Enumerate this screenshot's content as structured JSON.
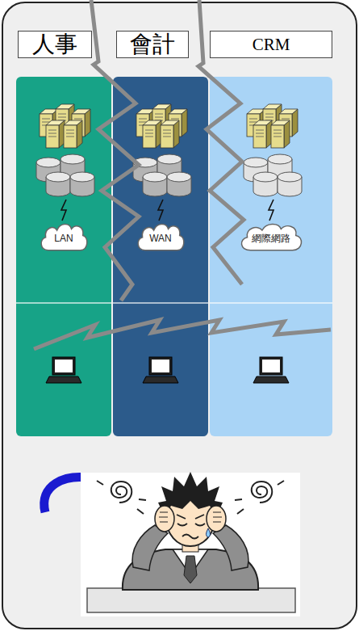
{
  "diagram": {
    "nodes": [
      {
        "text": [
          "人事"
        ]
      },
      {
        "text": [
          "會計"
        ]
      },
      {
        "text": [
          "CRM"
        ]
      },
      {
        "text": [
          "LAN"
        ],
        "in": 0
      },
      {
        "text": [
          "WAN"
        ],
        "in": 1
      },
      {
        "text": [
          "網際網路"
        ],
        "in": 2
      }
    ]
  }
}
